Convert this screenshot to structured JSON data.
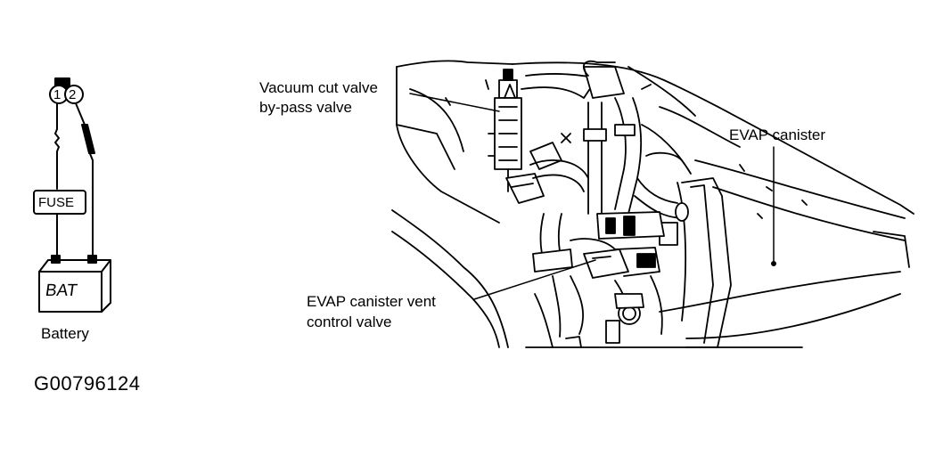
{
  "battery": {
    "terminal_1": "1",
    "terminal_2": "2",
    "fuse_label": "FUSE",
    "bat_label": "BAT",
    "caption": "Battery"
  },
  "labels": {
    "vacuum_cut_line1": "Vacuum cut valve",
    "vacuum_cut_line2": "by-pass valve",
    "evap_canister": "EVAP canister",
    "vent_line1": "EVAP  canister vent",
    "vent_line2": "control valve"
  },
  "figure_code": "G00796124"
}
